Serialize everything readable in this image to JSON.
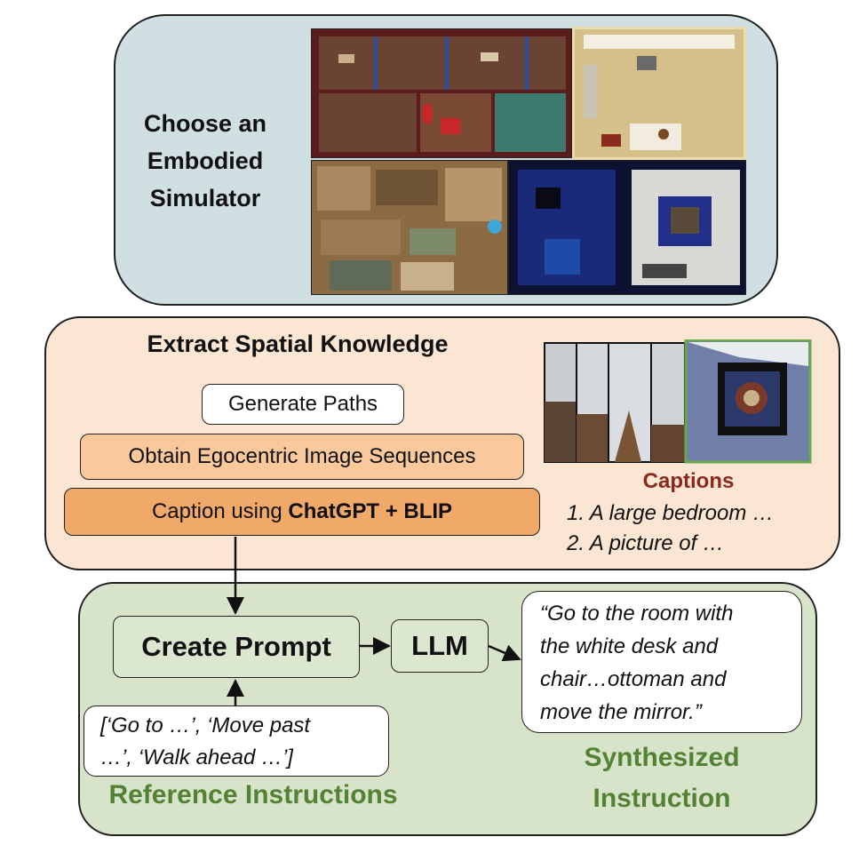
{
  "simulator": {
    "title_line1": "Choose an",
    "title_line2": "Embodied",
    "title_line3": "Simulator"
  },
  "extraction": {
    "title": "Extract Spatial Knowledge",
    "step1": "Generate Paths",
    "step2": "Obtain Egocentric Image Sequences",
    "step3_prefix": "Caption using ",
    "step3_bold": "ChatGPT + BLIP",
    "captions_title": "Captions",
    "caption1": "1. A large bedroom …",
    "caption2": "2. A picture of …"
  },
  "synthesis": {
    "create_prompt": "Create Prompt",
    "llm": "LLM",
    "reference_line1": "[‘Go to …’, ‘Move past",
    "reference_line2": "…’, ‘Walk ahead …’]",
    "reference_label": "Reference Instructions",
    "synth_line1": "“Go to the room with",
    "synth_line2": "the white desk and",
    "synth_line3": "chair…ottoman and",
    "synth_line4": "move the mirror.”",
    "synth_label_line1": "Synthesized",
    "synth_label_line2": "Instruction"
  },
  "colors": {
    "panel1": "#cfdfe2",
    "panel2": "#fbe5d3",
    "panel3": "#d8e4c9",
    "green_text": "#548235",
    "caption_red": "#8a2a1f"
  }
}
